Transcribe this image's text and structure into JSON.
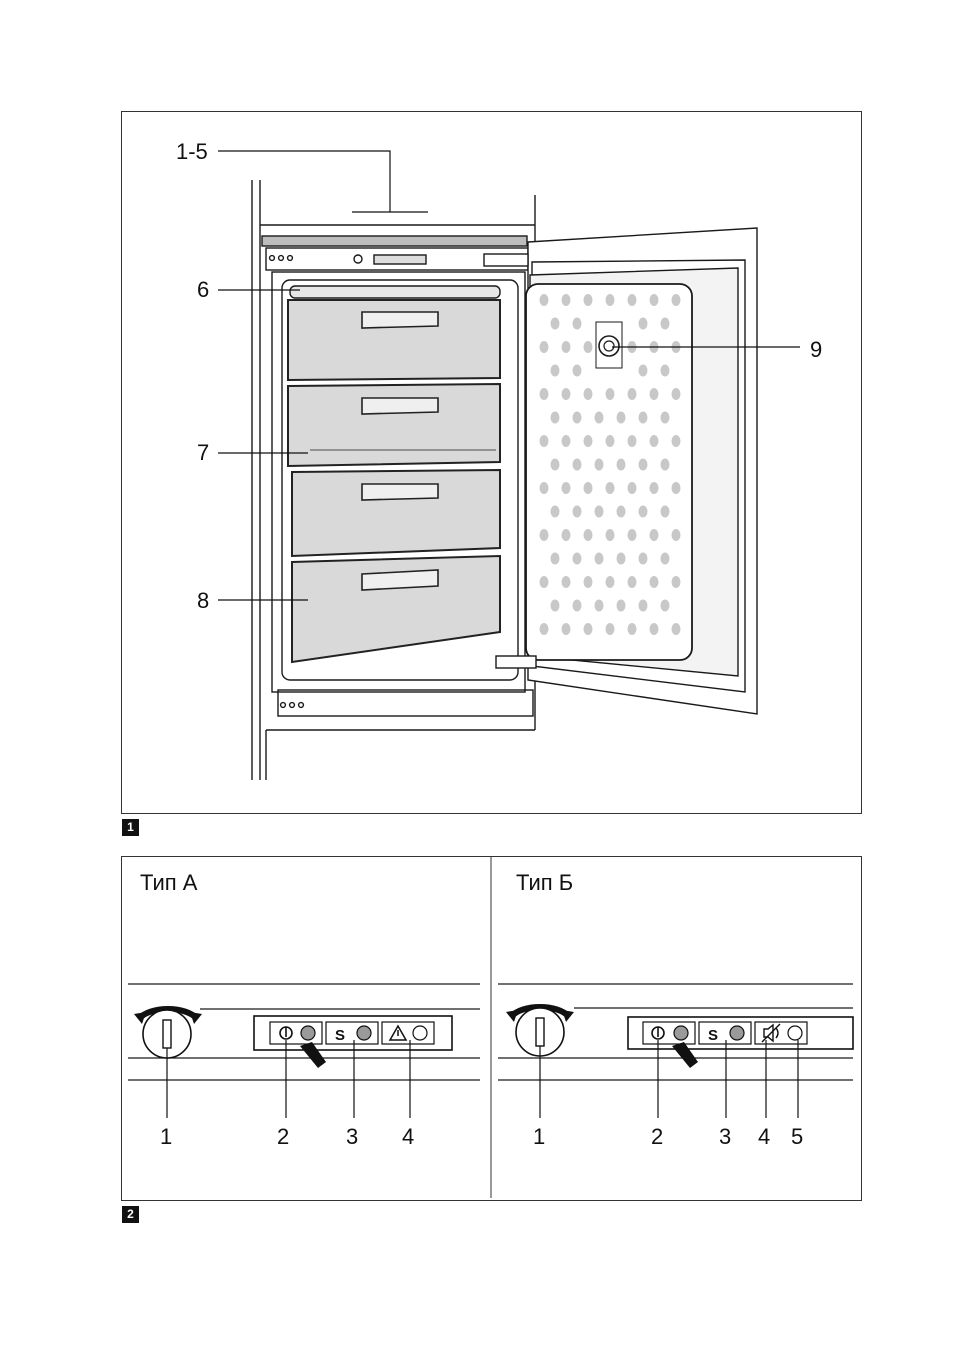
{
  "figure1": {
    "number": "1",
    "callouts": {
      "top": "1-5",
      "c6": "6",
      "c7": "7",
      "c8": "8",
      "c9": "9"
    }
  },
  "figure2": {
    "number": "2",
    "panel_a": {
      "title": "Тип А",
      "indicator_s": "S",
      "labels": [
        "1",
        "2",
        "3",
        "4"
      ]
    },
    "panel_b": {
      "title": "Тип Б",
      "indicator_s": "S",
      "labels": [
        "1",
        "2",
        "3",
        "4",
        "5"
      ]
    }
  },
  "colors": {
    "line": "#1a1a1a",
    "drawer_fill": "#d9d9d9",
    "drawer_edge": "#222222",
    "led_fill": "#9a9a9a"
  },
  "icons": [
    "power-icon",
    "warning-icon",
    "alarm-speaker-icon",
    "rotary-dial-icon",
    "push-arrow-icon"
  ]
}
